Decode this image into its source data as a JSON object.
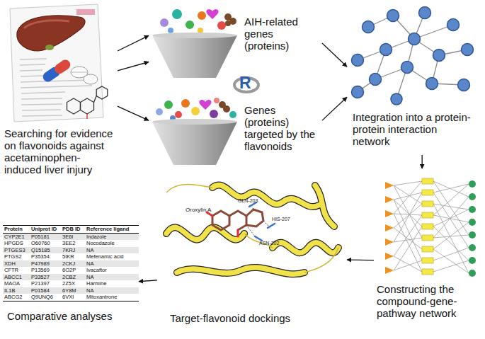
{
  "diagram": {
    "nodes": [
      {
        "text": [
          "Searching for evidence on flavonoids against acetaminophen-induced liver injury"
        ]
      },
      {
        "text": [
          "AIH-related genes (proteins)"
        ]
      },
      {
        "text": [
          "Genes (proteins) targeted by the flavonoids"
        ]
      },
      {
        "text": [
          "Integration into a protein-protein interaction network"
        ]
      },
      {
        "text": [
          "Constructing the compound-gene-pathway network"
        ]
      },
      {
        "text": [
          "Target-flavonoid dockings"
        ]
      },
      {
        "text": [
          "Comparative analyses"
        ]
      }
    ],
    "edges": [
      {
        "from": 0,
        "to": 1,
        "arrow": "to"
      },
      {
        "from": 0,
        "to": 1,
        "arrow": "to"
      },
      {
        "from": 0,
        "to": 2,
        "arrow": "to"
      },
      {
        "from": 1,
        "to": 3,
        "arrow": "to"
      },
      {
        "from": 2,
        "to": 3,
        "arrow": "to"
      },
      {
        "from": 3,
        "to": 4,
        "arrow": "to"
      },
      {
        "from": 4,
        "to": 5,
        "arrow": "to"
      },
      {
        "from": 5,
        "to": 6,
        "arrow": "to"
      }
    ],
    "labels": [
      "R",
      "Protein",
      "Uniprot ID",
      "PDB ID",
      "Reference ligand",
      "CYP2E1",
      "P05181",
      "3E6I",
      "Indazole",
      "HPGDS",
      "O60760",
      "3EE2",
      "Nocodazole",
      "PTGES3",
      "Q15185",
      "7KRJ",
      "NA",
      "PTGS2",
      "P35354",
      "5IKR",
      "Mefenamic acid",
      "XDH",
      "P47989",
      "2CKJ",
      "NA",
      "CFTR",
      "P13569",
      "6O2P",
      "Ivacaftor",
      "ABCC1",
      "P33527",
      "2CBZ",
      "NA",
      "MAOA",
      "P21397",
      "2Z5X",
      "Harmine",
      "IL1B",
      "P01584",
      "6Y8M",
      "NA",
      "ABCG2",
      "Q9UNQ6",
      "6VXI",
      "Mitoxantrone",
      "Oroxylin A",
      "GLN-203",
      "HIS-207",
      "ASN-202"
    ]
  }
}
